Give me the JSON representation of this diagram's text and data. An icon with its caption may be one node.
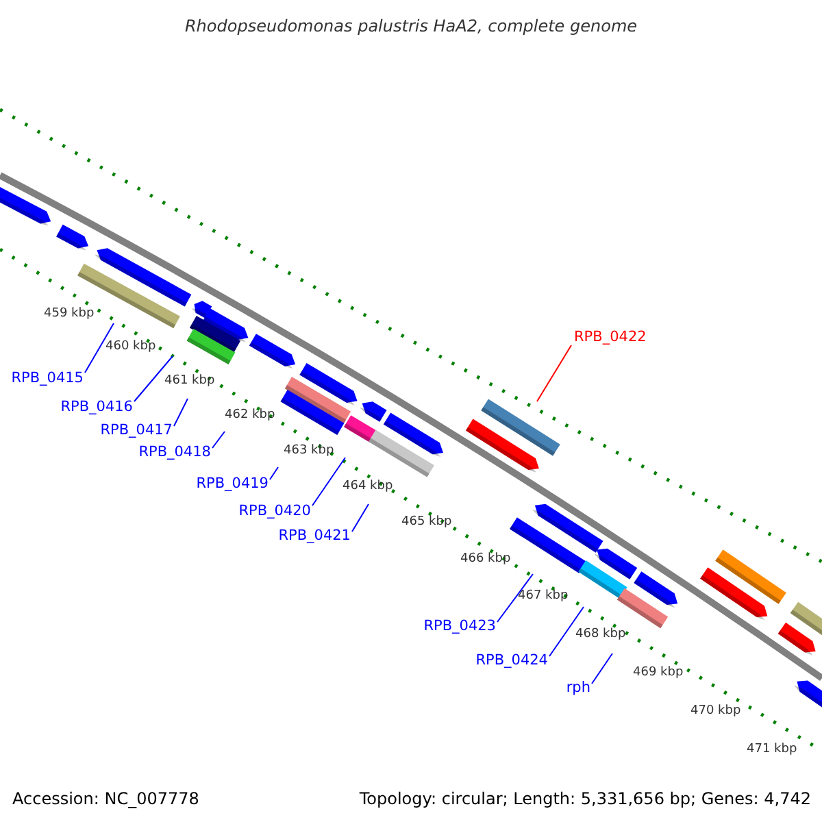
{
  "diagram": {
    "title": "Rhodopseudomonas palustris HaA2, complete genome",
    "nodes": [
      {
        "text": [
          "RPB_0415"
        ]
      },
      {
        "text": [
          "RPB_0416"
        ]
      },
      {
        "text": [
          "RPB_0417"
        ]
      },
      {
        "text": [
          "RPB_0418"
        ]
      },
      {
        "text": [
          "RPB_0419"
        ]
      },
      {
        "text": [
          "RPB_0420"
        ]
      },
      {
        "text": [
          "RPB_0421"
        ]
      },
      {
        "text": [
          "RPB_0422"
        ]
      },
      {
        "text": [
          "RPB_0423"
        ]
      },
      {
        "text": [
          "RPB_0424"
        ]
      },
      {
        "text": [
          "rph"
        ]
      }
    ],
    "edges": [
      {
        "from": 0,
        "to": null,
        "arrow": "none"
      },
      {
        "from": 1,
        "to": null,
        "arrow": "none"
      },
      {
        "from": 2,
        "to": null,
        "arrow": "none"
      },
      {
        "from": 3,
        "to": null,
        "arrow": "none"
      },
      {
        "from": 4,
        "to": null,
        "arrow": "none"
      },
      {
        "from": 5,
        "to": null,
        "arrow": "none"
      },
      {
        "from": 6,
        "to": null,
        "arrow": "none"
      },
      {
        "from": 7,
        "to": null,
        "arrow": "none",
        "color": "#ff0000"
      },
      {
        "from": 8,
        "to": null,
        "arrow": "none"
      },
      {
        "from": 9,
        "to": null,
        "arrow": "none"
      },
      {
        "from": 10,
        "to": null,
        "arrow": "none"
      }
    ],
    "labels": [
      "459 kbp",
      "460 kbp",
      "461 kbp",
      "462 kbp",
      "463 kbp",
      "464 kbp",
      "465 kbp",
      "466 kbp",
      "467 kbp",
      "468 kbp",
      "469 kbp",
      "470 kbp",
      "471 kbp",
      "Accession: NC_007778",
      "Topology: circular; Length: 5,331,656 bp; Genes: 4,742"
    ]
  }
}
